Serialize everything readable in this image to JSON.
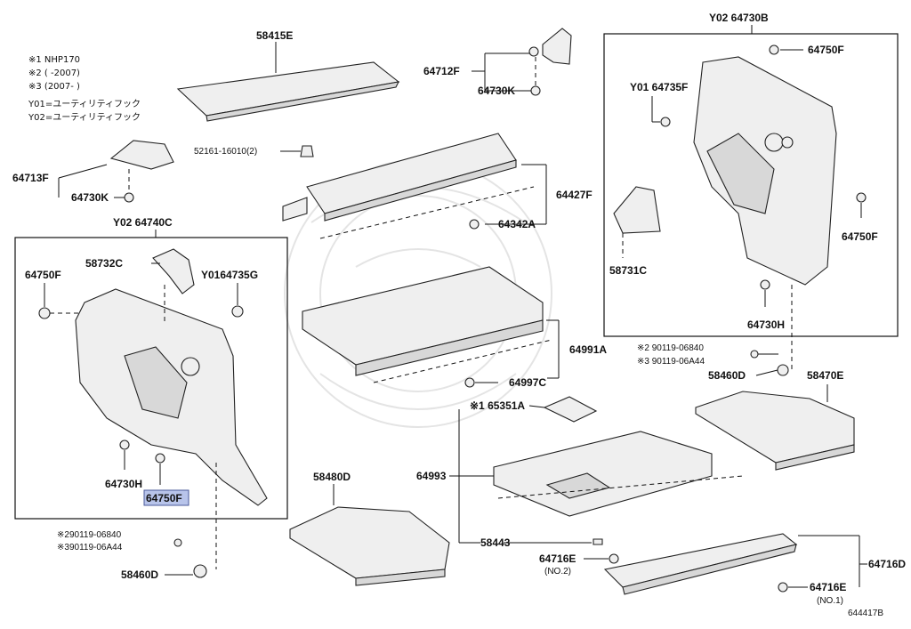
{
  "notes": [
    "※1 NHP170",
    "※2 (      -2007)",
    "※3 (2007-      )",
    "Y01=ユーティリティフック",
    "Y02=ユーティリティフック"
  ],
  "labels": {
    "p58415E": "58415E",
    "p52161": "52161-16010(2)",
    "p64712F": "64712F",
    "p64730K_top": "64730K",
    "p64713F": "64713F",
    "p64730K_left": "64730K",
    "p64427F": "64427F",
    "p64342A": "64342A",
    "y02_64730B": "Y02 64730B",
    "p64750F_tr": "64750F",
    "y01_64735F": "Y01 64735F",
    "p64750F_r": "64750F",
    "p58731C": "58731C",
    "p64730H_r": "64730H",
    "y02_64740C": "Y02 64740C",
    "p58732C": "58732C",
    "y01_64735G": "Y0164735G",
    "p64750F_l": "64750F",
    "p64730H_l": "64730H",
    "p64750F_sel": "64750F",
    "p64991A": "64991A",
    "p64997C": "64997C",
    "n2_right": "※2  90119-06840",
    "n3_right": "※3  90119-06A44",
    "p58460D_r": "58460D",
    "p58470E": "58470E",
    "p65351A": "※1 65351A",
    "p64993": "64993",
    "p58480D": "58480D",
    "n2_left": "※290119-06840",
    "n3_left": "※390119-06A44",
    "p58460D_l": "58460D",
    "p58443": "58443",
    "p64716E_top": "64716E",
    "p64716E_top_sub": "(NO.2)",
    "p64716D": "64716D",
    "p64716E_bot": "64716E",
    "p64716E_bot_sub": "(NO.1)",
    "diagram_id": "644417B"
  },
  "colors": {
    "highlight": "#b8c4ea",
    "line": "#111111",
    "part_fill": "#efefef"
  }
}
